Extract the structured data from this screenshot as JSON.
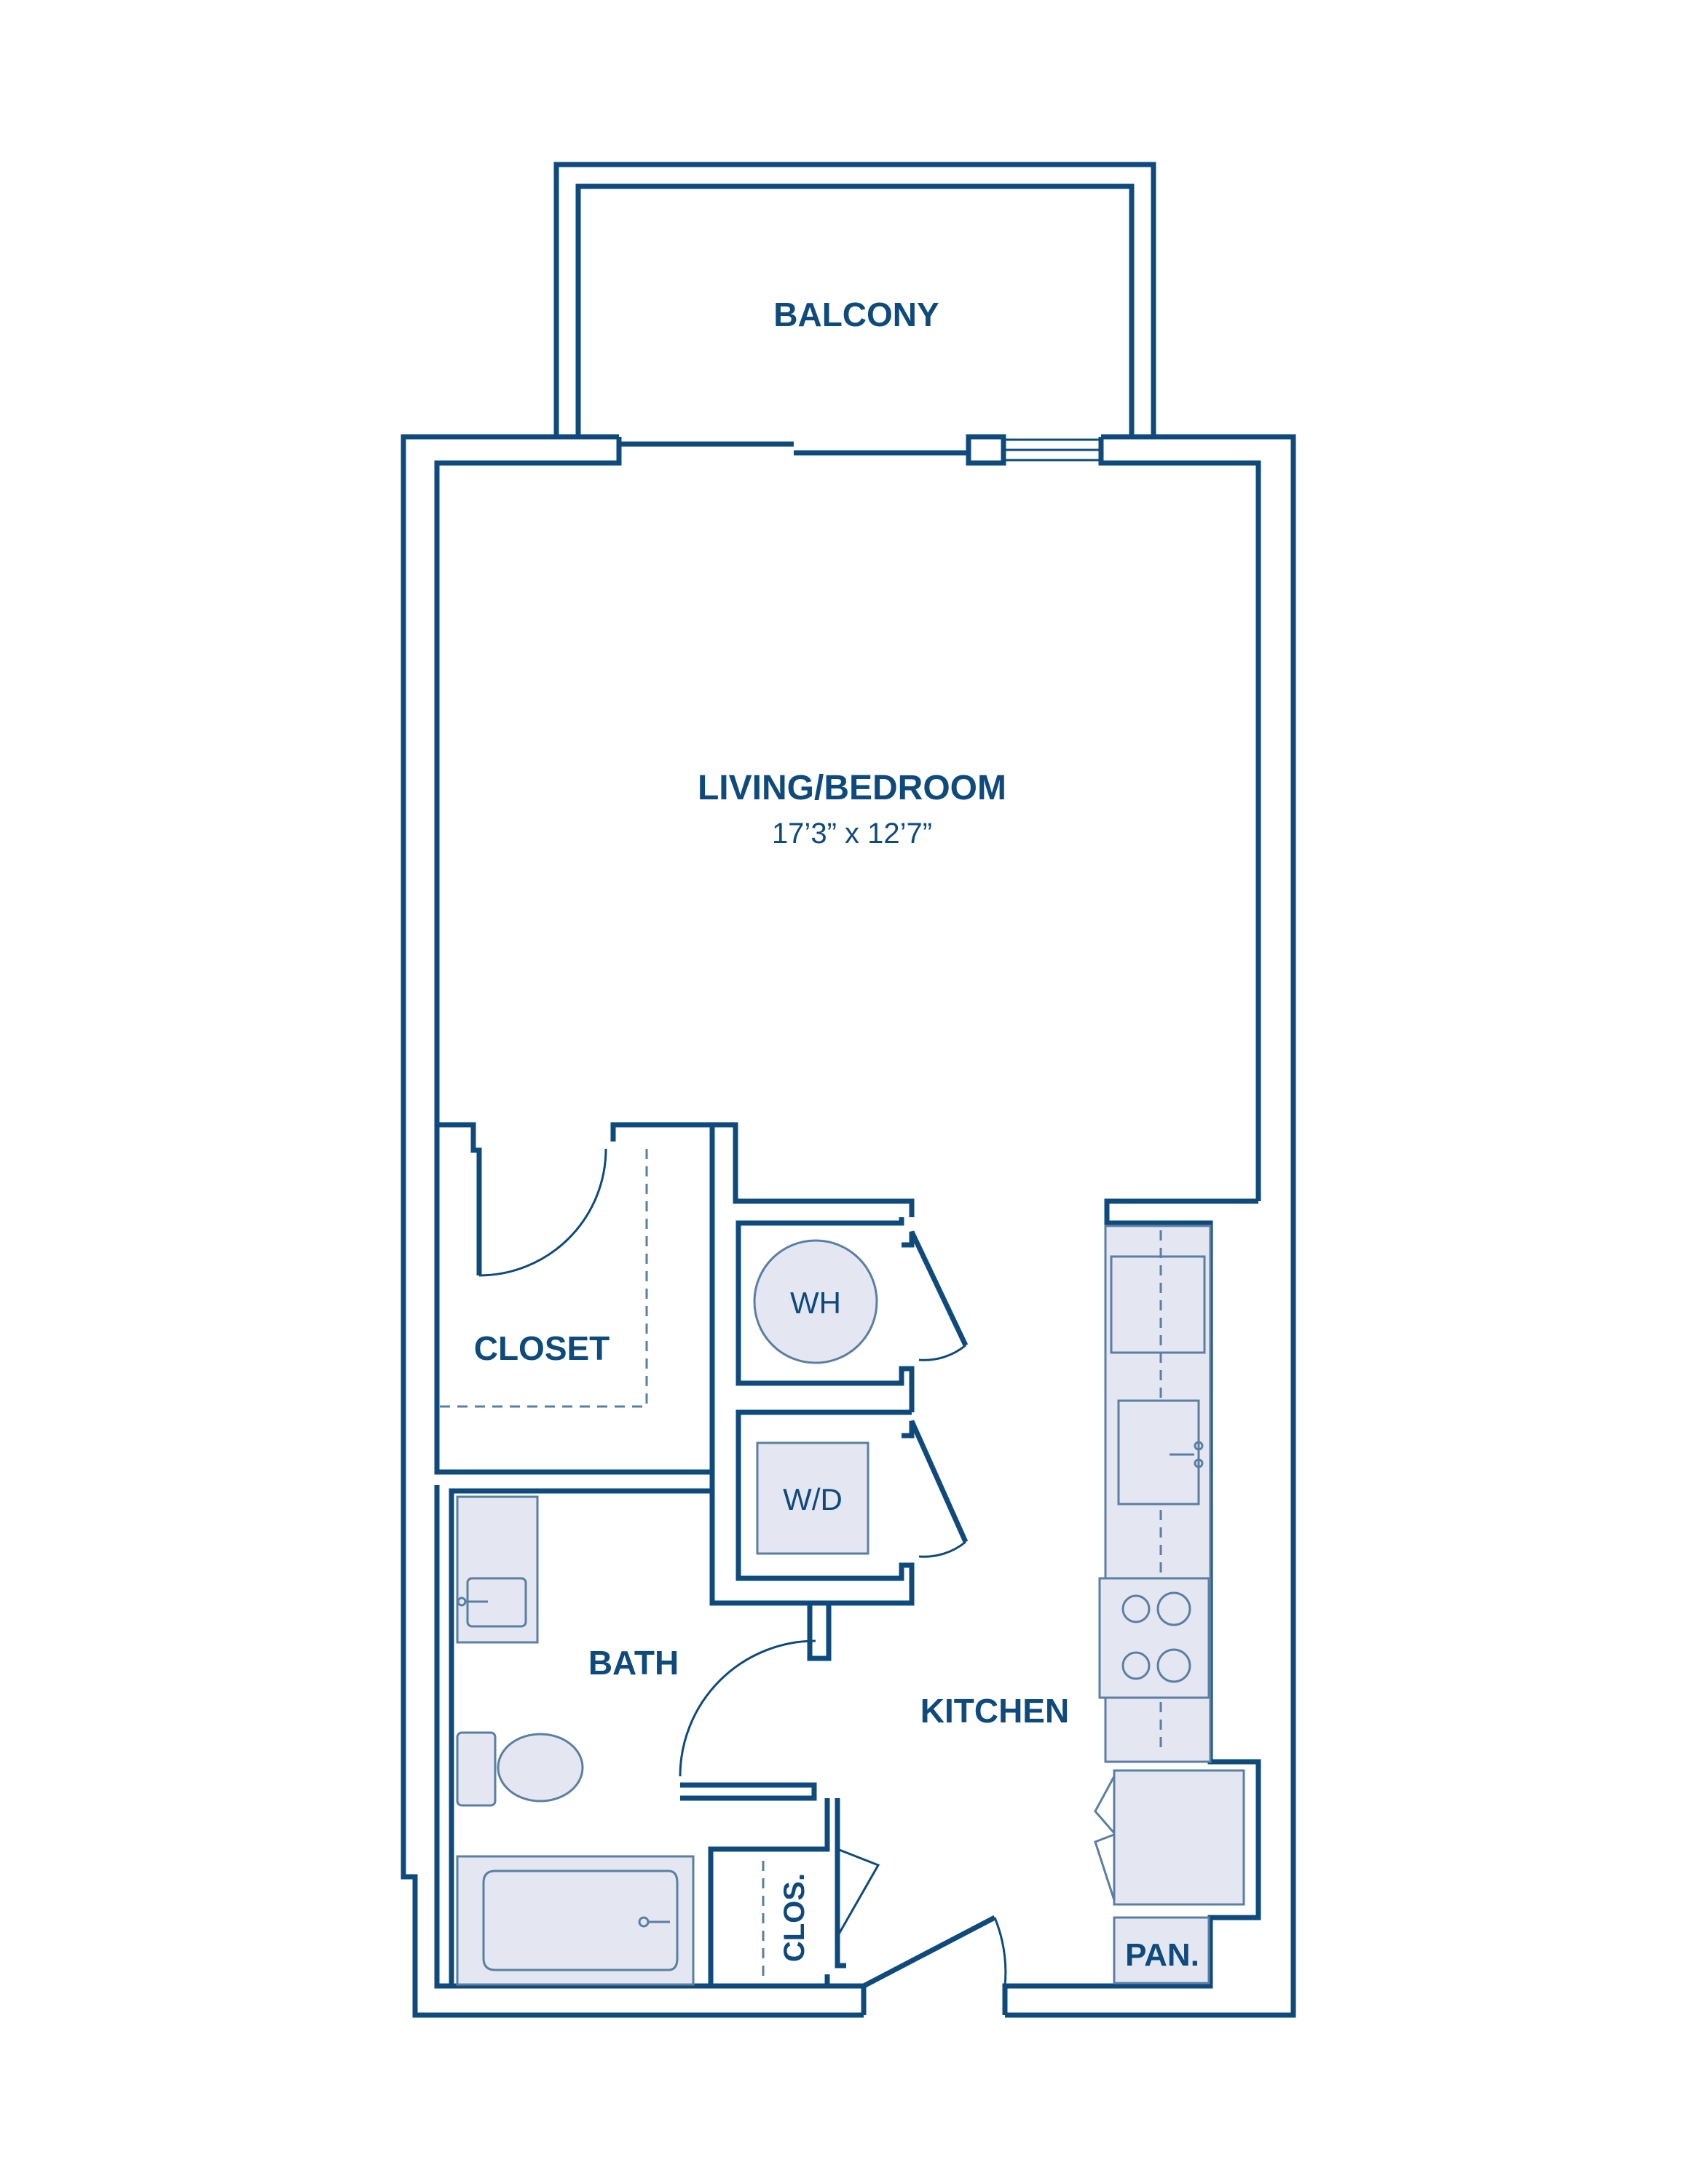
{
  "rooms": {
    "balcony": "BALCONY",
    "living": "LIVING/BEDROOM",
    "living_dims": "17’3” x 12’7”",
    "closet": "CLOSET",
    "bath": "BATH",
    "kitchen": "KITCHEN",
    "clos": "CLOS.",
    "pantry": "PAN."
  },
  "appliances": {
    "water_heater": "WH",
    "washer_dryer": "W/D"
  },
  "colors": {
    "wall": "#0f4a7c",
    "fixture_fill": "#e4e7f1",
    "fixture_stroke": "#5a7fa3"
  }
}
